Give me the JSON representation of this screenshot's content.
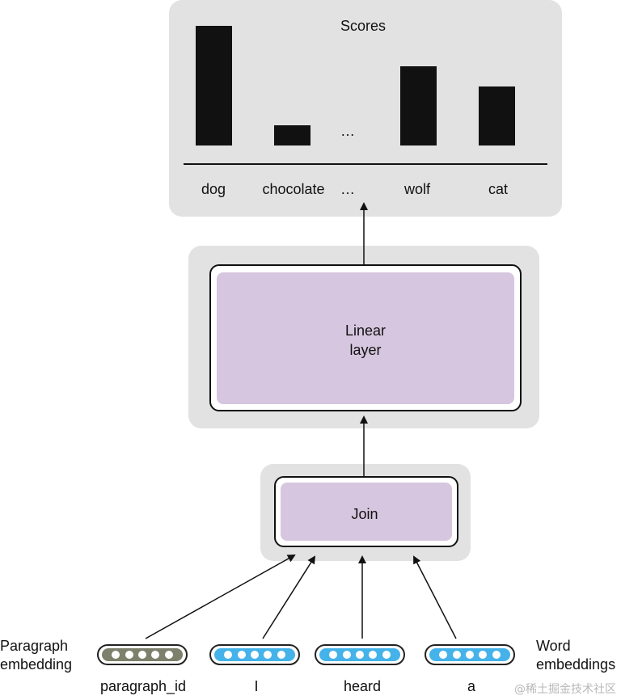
{
  "scores_panel": {
    "title": "Scores",
    "ellipsis_top": "…",
    "chart_data": {
      "type": "bar",
      "categories": [
        "dog",
        "chocolate",
        "…",
        "wolf",
        "cat"
      ],
      "values": [
        1.0,
        0.17,
        null,
        0.66,
        0.49
      ],
      "ylim": [
        0,
        1
      ],
      "grid": false
    }
  },
  "linear_layer": {
    "line1": "Linear",
    "line2": "layer"
  },
  "join": {
    "label": "Join"
  },
  "inputs": {
    "left_label": {
      "line1": "Paragraph",
      "line2": "embedding"
    },
    "right_label": {
      "line1": "Word",
      "line2": "embeddings"
    },
    "tokens": [
      "paragraph_id",
      "I",
      "heard",
      "a"
    ]
  },
  "colors": {
    "paragraph_embedding": "#7d806b",
    "word_embedding": "#45b3ea",
    "layer_fill": "#d6c6df",
    "panel": "#e2e2e2"
  },
  "watermark": "@稀土掘金技术社区"
}
